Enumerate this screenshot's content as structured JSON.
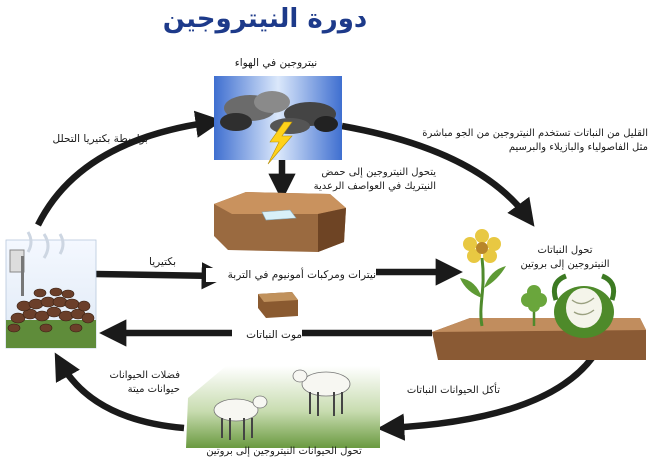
{
  "title": "دورة النيتروجين",
  "labels": {
    "air_nitrogen": "نيتروجين في الهواء",
    "decomposer_bacteria": "بواسطة بكتيريا التحلل",
    "plants_use_direct_line1": "القليل من النباتات تستخدم النيتروجين من الجو مباشرة",
    "plants_use_direct_line2": "مثل الفاصولياء والبازيلاء والبرسيم",
    "lightning_line1": "يتحول النيتروجين إلى حمض",
    "lightning_line2": "النيتريك في العواصف الرعدية",
    "bacteria": "بكتيريا",
    "soil_compounds": "نيترات ومركبات أمونيوم في التربة",
    "plants_convert_line1": "تحول النباتات",
    "plants_convert_line2": "النيتروجين إلى بروتين",
    "plant_death": "موت النباتات",
    "animal_waste_line1": "فضلات الحيوانات",
    "animal_waste_line2": "حيوانات ميتة",
    "animals_eat_plants": "تأكل الحيوانات النباتات",
    "animals_convert": "تحول الحيوانات النيتروجين إلى بروتين"
  },
  "colors": {
    "title": "#1d3a8a",
    "arrow": "#1a1a1a",
    "sky": "#5a8fe0",
    "soil": "#8a5a34",
    "grass": "#6a9a40"
  }
}
